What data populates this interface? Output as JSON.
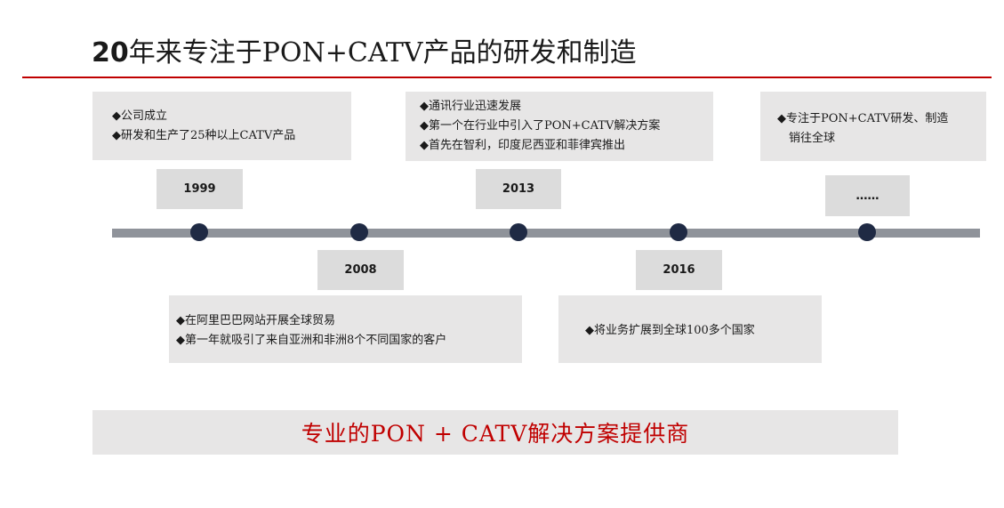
{
  "title": {
    "prefix": "20",
    "rest": "年来专注于PON+CATV产品的研发和制造"
  },
  "colors": {
    "accent": "#c00000",
    "axis": "#8f939a",
    "dot": "#1f2a44",
    "box": "#e7e6e6"
  },
  "timeline": [
    {
      "year": "1999",
      "lines": [
        "◆公司成立",
        "◆研发和生产了25种以上CATV产品"
      ]
    },
    {
      "year": "2008",
      "lines": [
        "◆在阿里巴巴网站开展全球贸易",
        "◆第一年就吸引了来自亚洲和非洲8个不同国家的客户"
      ]
    },
    {
      "year": "2013",
      "lines": [
        "◆通讯行业迅速发展",
        "◆第一个在行业中引入了PON+CATV解决方案",
        "◆首先在智利，印度尼西亚和菲律宾推出"
      ]
    },
    {
      "year": "2016",
      "lines": [
        "◆将业务扩展到全球100多个国家"
      ]
    },
    {
      "year": "……",
      "lines": [
        "◆专注于PON+CATV研发、制造",
        "　销往全球"
      ]
    }
  ],
  "banner": "专业的PON + CATV解决方案提供商"
}
